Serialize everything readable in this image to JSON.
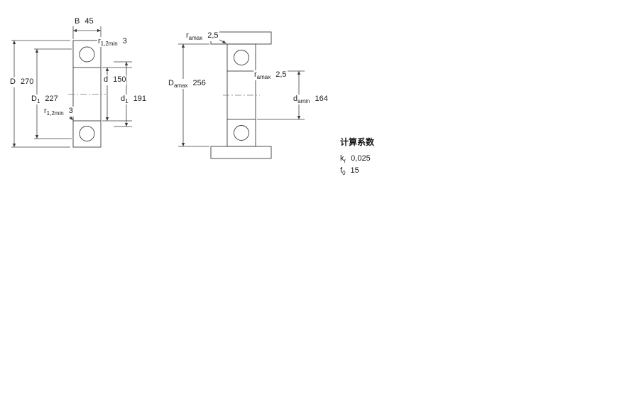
{
  "colors": {
    "section_fill": "#a8c2d8",
    "line": "#3c3c3c"
  },
  "view1": {
    "name": "bearing-cross-section",
    "dims": {
      "B": {
        "base": "B",
        "sub": "",
        "value": "45"
      },
      "r_top": {
        "base": "r",
        "sub": "1,2min",
        "value": "3"
      },
      "D": {
        "base": "D",
        "sub": "",
        "value": "270"
      },
      "D1": {
        "base": "D",
        "sub": "1",
        "value": "227"
      },
      "d": {
        "base": "d",
        "sub": "",
        "value": "150"
      },
      "d1": {
        "base": "d",
        "sub": "1",
        "value": "191"
      },
      "r_bottom": {
        "base": "r",
        "sub": "1,2min",
        "value": "3"
      }
    }
  },
  "view2": {
    "name": "abutment-dimensions",
    "dims": {
      "ra_top": {
        "base": "r",
        "sub": "amax",
        "value": "2,5"
      },
      "Da": {
        "base": "D",
        "sub": "amax",
        "value": "256"
      },
      "ra_mid": {
        "base": "r",
        "sub": "amax",
        "value": "2,5"
      },
      "da": {
        "base": "d",
        "sub": "amin",
        "value": "164"
      }
    }
  },
  "calculation_factors": {
    "heading": "计算系数",
    "rows": {
      "kr": {
        "base": "k",
        "sub": "r",
        "value": "0,025"
      },
      "f0": {
        "base": "f",
        "sub": "0",
        "value": "15"
      }
    }
  }
}
